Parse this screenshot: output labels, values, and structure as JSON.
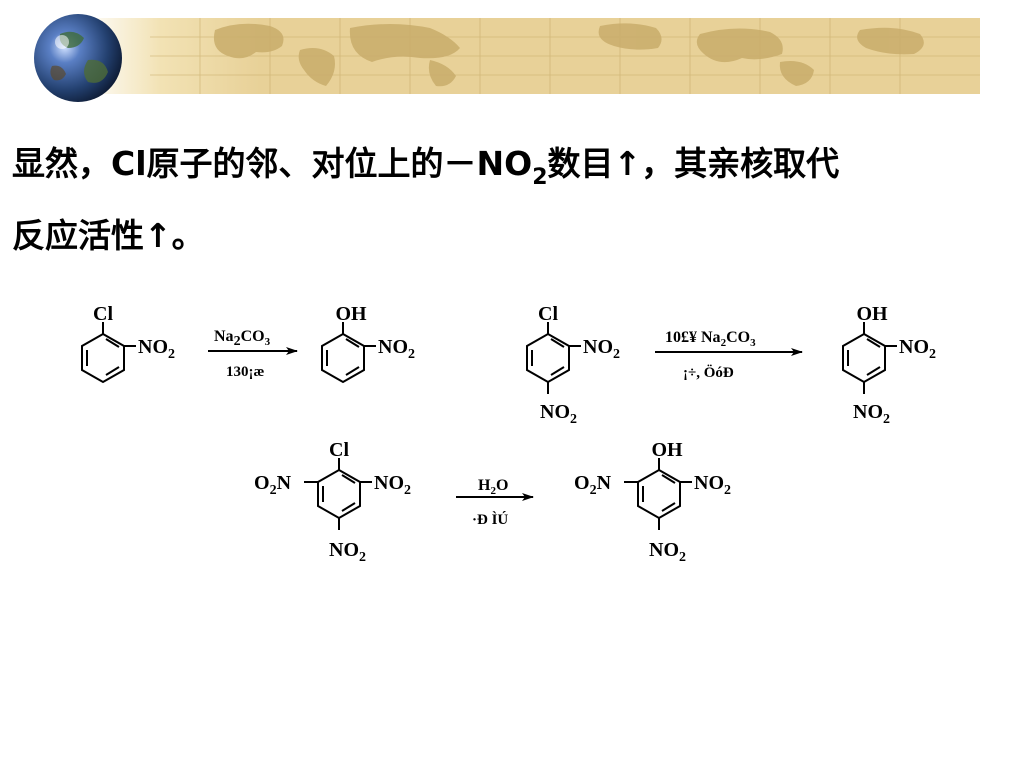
{
  "body": {
    "line1_pre": "显然，Cl原子的邻、对位上的－NO",
    "line1_sub": "2",
    "line1_post": "数目↑，其亲核取代",
    "line2": "反应活性↑。"
  },
  "groups": {
    "cl": "Cl",
    "oh": "OH",
    "no": "NO",
    "two": "2",
    "o2n_o": "O",
    "o2n_n": "N",
    "h": "H",
    "o": "O",
    "na": "Na",
    "co": "CO",
    "three": "3"
  },
  "reaction1": {
    "condition_below": "130¡æ"
  },
  "reaction2": {
    "condition_prefix": "10£¥ ",
    "condition_below": "¡÷, ÖóÐ"
  },
  "reaction3": {
    "condition_below": "·Ð ÌÚ"
  },
  "colors": {
    "banner_sand": "#e8d198",
    "banner_land": "#c9ad6b",
    "globe_blue": "#2a4f95",
    "text": "#000000"
  }
}
